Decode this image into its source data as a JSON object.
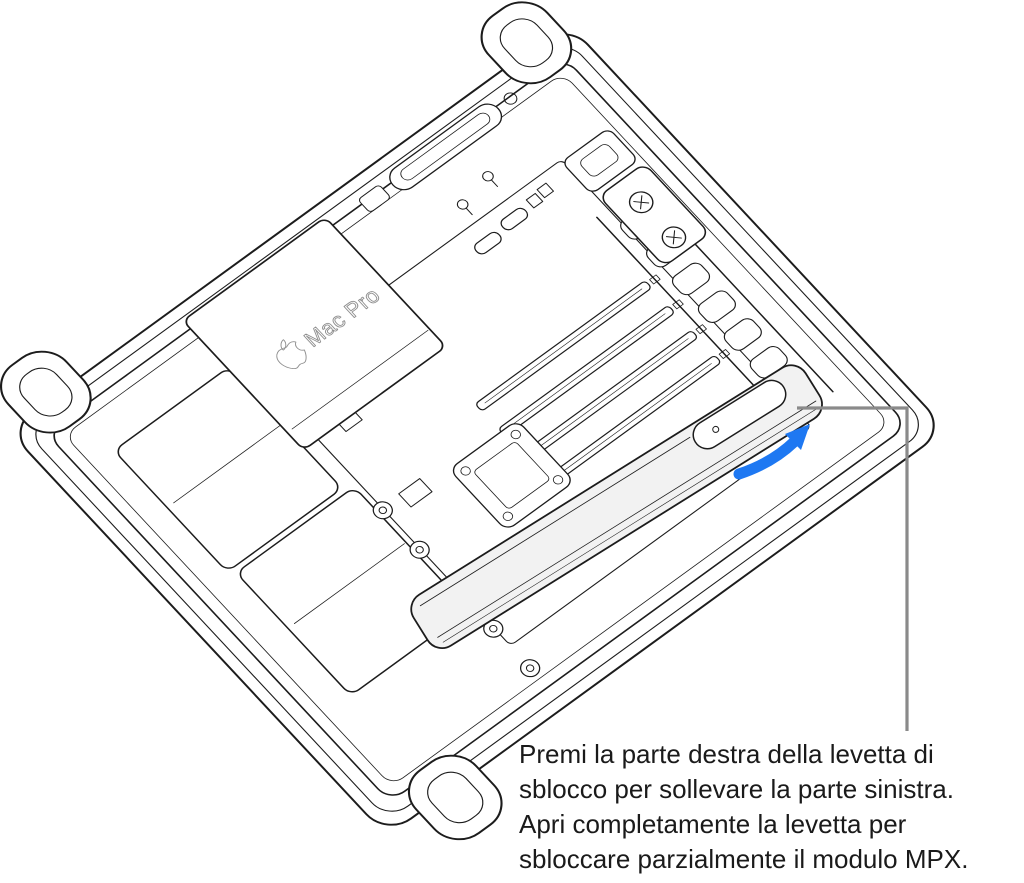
{
  "figure": {
    "machine_label": "Mac Pro",
    "caption": {
      "lines": [
        "Premi la parte destra della levetta di",
        "sblocco per sollevare la parte sinistra.",
        "Apri completamente la levetta per",
        "sbloccare parzialmente il modulo MPX."
      ]
    },
    "colors": {
      "line": "#1c1c1c",
      "callout": "#8a8a8a",
      "arrow": "#1e78f2",
      "module_fill": "#f2f2f2",
      "label_gray": "#8f8f8f",
      "background": "#ffffff"
    }
  }
}
